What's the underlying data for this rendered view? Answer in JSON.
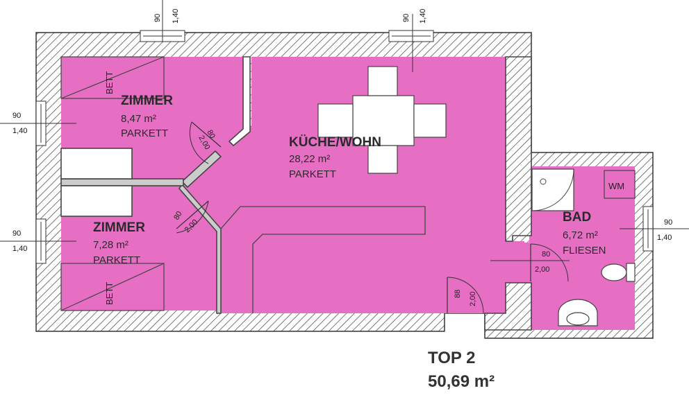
{
  "rooms": {
    "zimmer1": {
      "name": "ZIMMER",
      "area": "8,47 m²",
      "floor": "PARKETT",
      "bed": "BETT"
    },
    "zimmer2": {
      "name": "ZIMMER",
      "area": "7,28 m²",
      "floor": "PARKETT",
      "bed": "BETT"
    },
    "kueche": {
      "name": "KÜCHE/WOHN",
      "area": "28,22 m²",
      "floor": "PARKETT"
    },
    "bad": {
      "name": "BAD",
      "area": "6,72 m²",
      "floor": "FLIESEN",
      "wm": "WM"
    }
  },
  "windows": {
    "top_left": {
      "w": "90",
      "h": "1,40"
    },
    "top_right": {
      "w": "90",
      "h": "1,40"
    },
    "left_upper": {
      "w": "90",
      "h": "1,40"
    },
    "left_lower": {
      "w": "90",
      "h": "1,40"
    },
    "right_bad": {
      "w": "90",
      "h": "1,40"
    }
  },
  "doors": {
    "zimmer1": {
      "w": "80",
      "h": "2,00"
    },
    "zimmer2": {
      "w": "80",
      "h": "2,00"
    },
    "bad": {
      "w": "80",
      "h": "2,00"
    },
    "entrance": {
      "w": "88",
      "h": "2,00"
    }
  },
  "summary": {
    "unit": "TOP 2",
    "total_area": "50,69 m²"
  },
  "colors": {
    "room_fill": "#e66fc4",
    "wall_fill": "#ffffff",
    "hatch": "#555555",
    "line": "#444444"
  }
}
